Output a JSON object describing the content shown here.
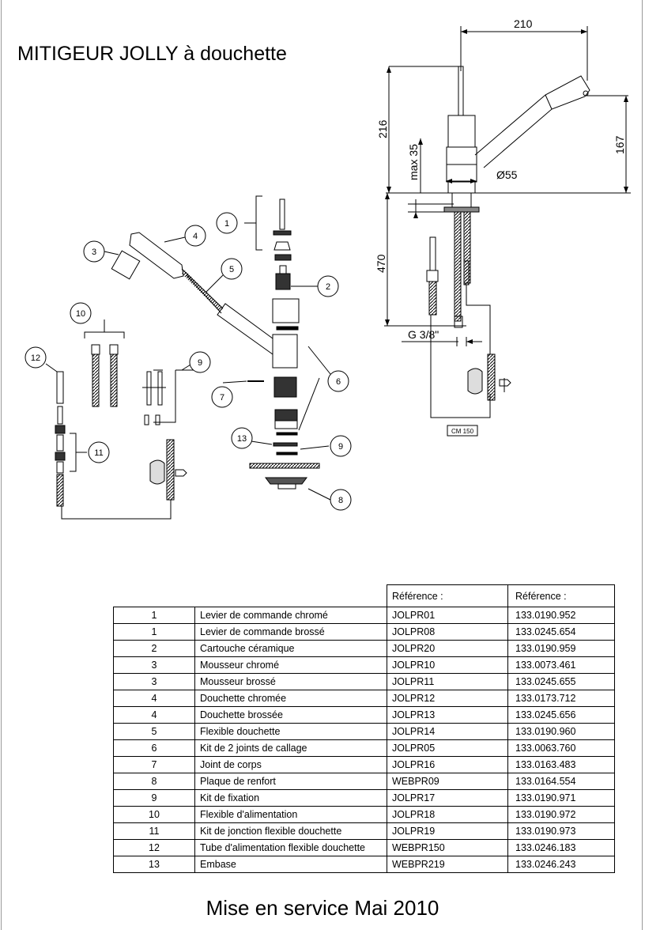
{
  "document": {
    "title": "MITIGEUR JOLLY à douchette",
    "footer": "Mise en service Mai 2010"
  },
  "dimensions": {
    "width_top": "210",
    "height_left": "216",
    "height_right": "167",
    "max_deck": "max 35",
    "diameter": "Ø55",
    "hose_length": "470",
    "thread": "G 3/8\"",
    "counterweight": "CM 150"
  },
  "callouts": [
    "1",
    "2",
    "3",
    "4",
    "5",
    "6",
    "7",
    "8",
    "9",
    "9",
    "10",
    "11",
    "12",
    "13"
  ],
  "table": {
    "headers": [
      "Référence :",
      "Référence :"
    ],
    "rows": [
      {
        "num": "1",
        "label": "Levier de commande chromé",
        "ref": "JOLPR01",
        "code": "133.0190.952"
      },
      {
        "num": "1",
        "label": "Levier de commande brossé",
        "ref": "JOLPR08",
        "code": "133.0245.654"
      },
      {
        "num": "2",
        "label": "Cartouche céramique",
        "ref": "JOLPR20",
        "code": "133.0190.959"
      },
      {
        "num": "3",
        "label": "Mousseur chromé",
        "ref": "JOLPR10",
        "code": "133.0073.461"
      },
      {
        "num": "3",
        "label": "Mousseur brossé",
        "ref": "JOLPR11",
        "code": "133.0245.655"
      },
      {
        "num": "4",
        "label": "Douchette chromée",
        "ref": "JOLPR12",
        "code": "133.0173.712"
      },
      {
        "num": "4",
        "label": "Douchette brossée",
        "ref": "JOLPR13",
        "code": "133.0245.656"
      },
      {
        "num": "5",
        "label": "Flexible douchette",
        "ref": "JOLPR14",
        "code": "133.0190.960"
      },
      {
        "num": "6",
        "label": "Kit de 2 joints de callage",
        "ref": "JOLPR05",
        "code": "133.0063.760"
      },
      {
        "num": "7",
        "label": "Joint de corps",
        "ref": "JOLPR16",
        "code": "133.0163.483"
      },
      {
        "num": "8",
        "label": "Plaque de renfort",
        "ref": "WEBPR09",
        "code": "133.0164.554"
      },
      {
        "num": "9",
        "label": "Kit de fixation",
        "ref": "JOLPR17",
        "code": "133.0190.971"
      },
      {
        "num": "10",
        "label": "Flexible d'alimentation",
        "ref": "JOLPR18",
        "code": "133.0190.972"
      },
      {
        "num": "11",
        "label": "Kit de jonction flexible douchette",
        "ref": "JOLPR19",
        "code": "133.0190.973"
      },
      {
        "num": "12",
        "label": "Tube d'alimentation flexible douchette",
        "ref": "WEBPR150",
        "code": "133.0246.183"
      },
      {
        "num": "13",
        "label": "Embase",
        "ref": "WEBPR219",
        "code": "133.0246.243"
      }
    ]
  }
}
